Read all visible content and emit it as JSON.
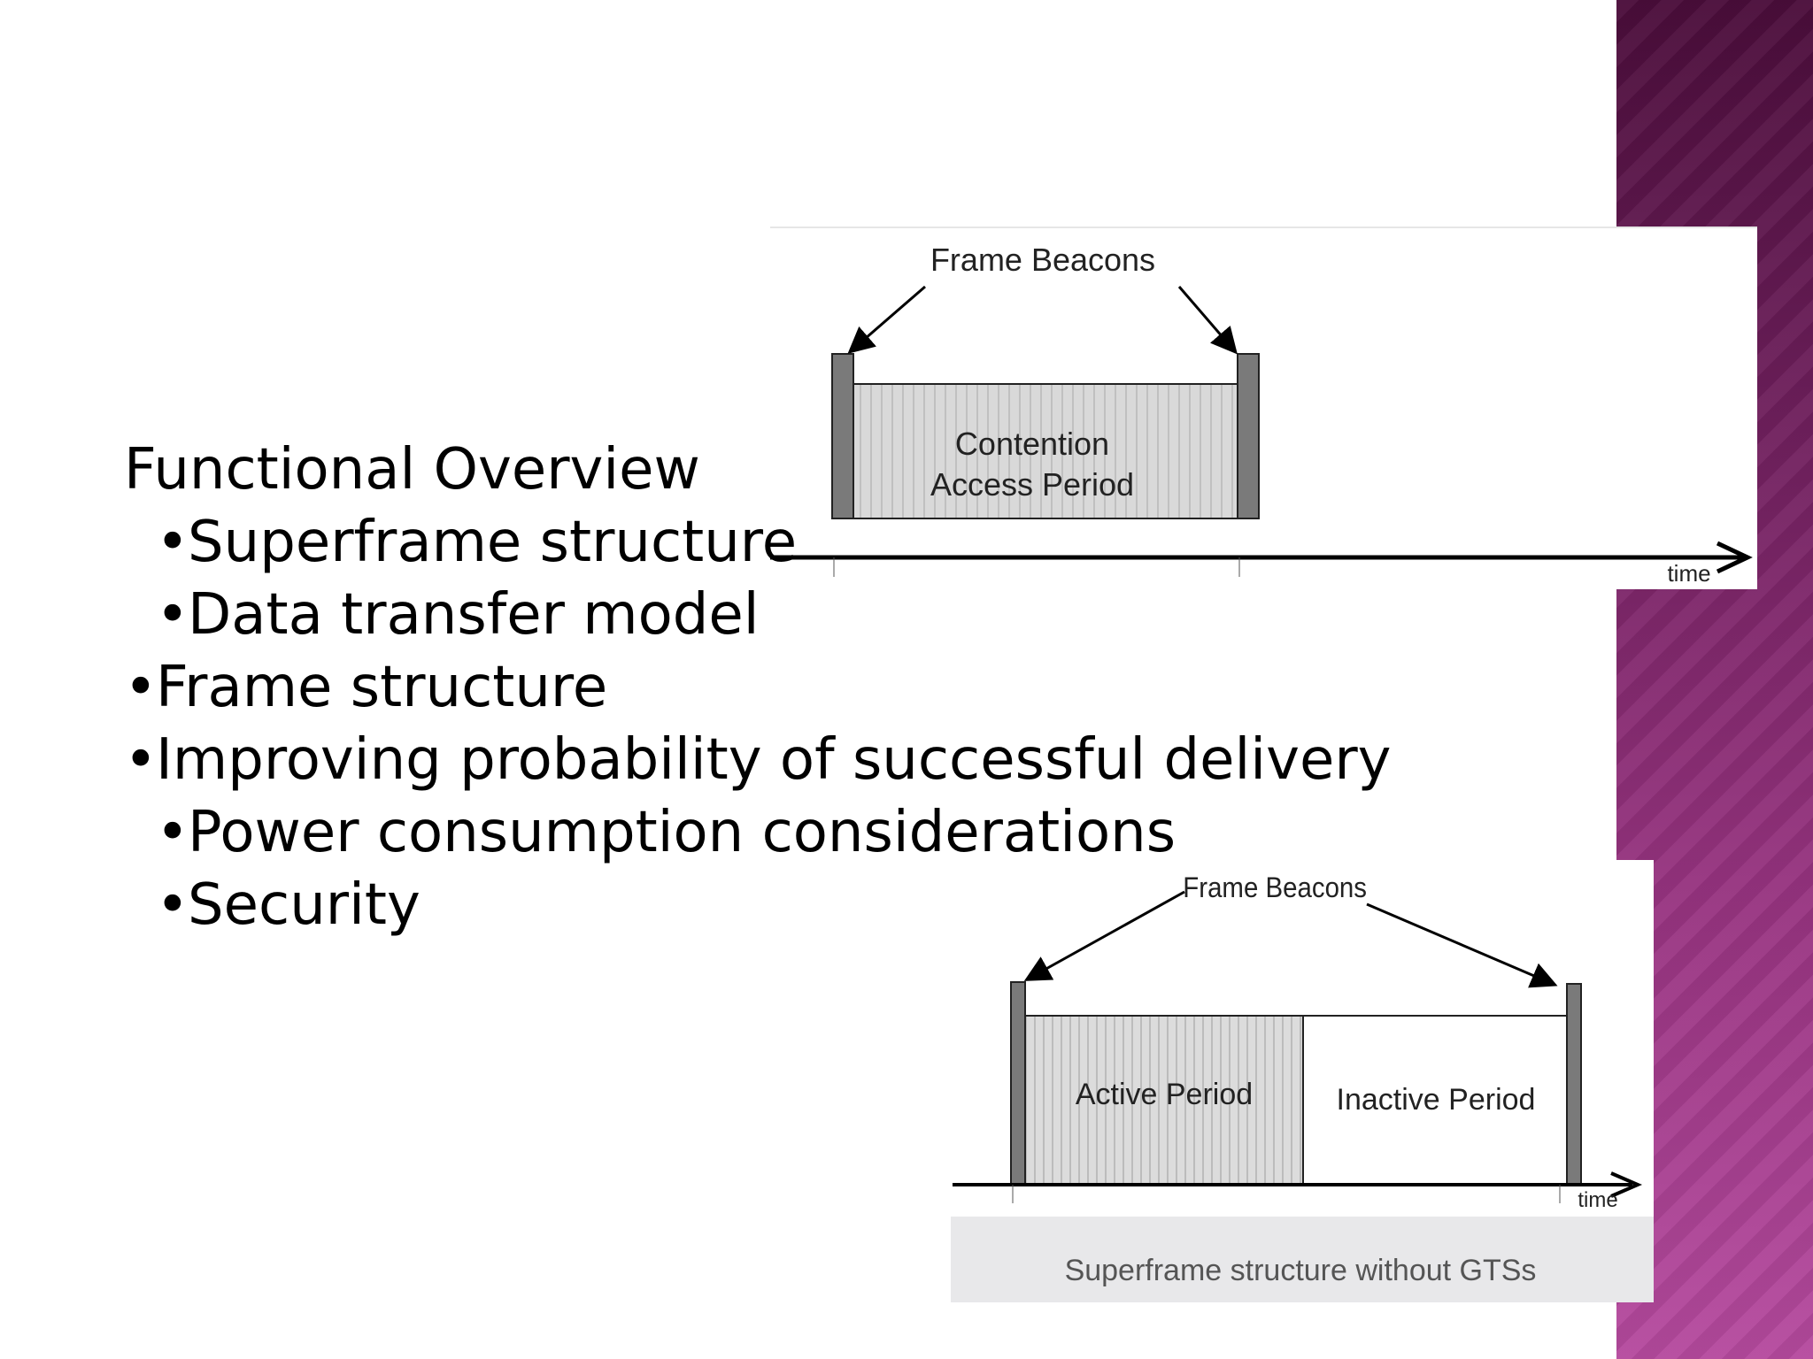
{
  "slide": {
    "outline": {
      "heading": "Functional Overview",
      "items": [
        {
          "level": 1,
          "bullet": "•",
          "text": "Superframe structure"
        },
        {
          "level": 1,
          "bullet": "•",
          "text": "Data transfer model"
        },
        {
          "level": 0,
          "bullet": "•",
          "text": "Frame structure"
        },
        {
          "level": 0,
          "bullet": "•",
          "text": "Improving probability of successful delivery"
        },
        {
          "level": 1,
          "bullet": "•",
          "text": "Power consumption considerations"
        },
        {
          "level": 1,
          "bullet": "•",
          "text": "Security"
        }
      ]
    },
    "diagram_top": {
      "beacons_label": "Frame Beacons",
      "period_line1": "Contention",
      "period_line2": "Access Period",
      "axis_label": "time"
    },
    "diagram_bottom": {
      "beacons_label": "Frame Beacons",
      "active_label": "Active Period",
      "inactive_label": "Inactive Period",
      "axis_label": "time",
      "caption": "Superframe structure without GTSs"
    },
    "colors": {
      "side_band_top": "#4a0d3a",
      "side_band_bottom": "#b54a9e",
      "beacon_fill": "#7a7a7a",
      "period_fill": "#d9d9d9"
    }
  }
}
